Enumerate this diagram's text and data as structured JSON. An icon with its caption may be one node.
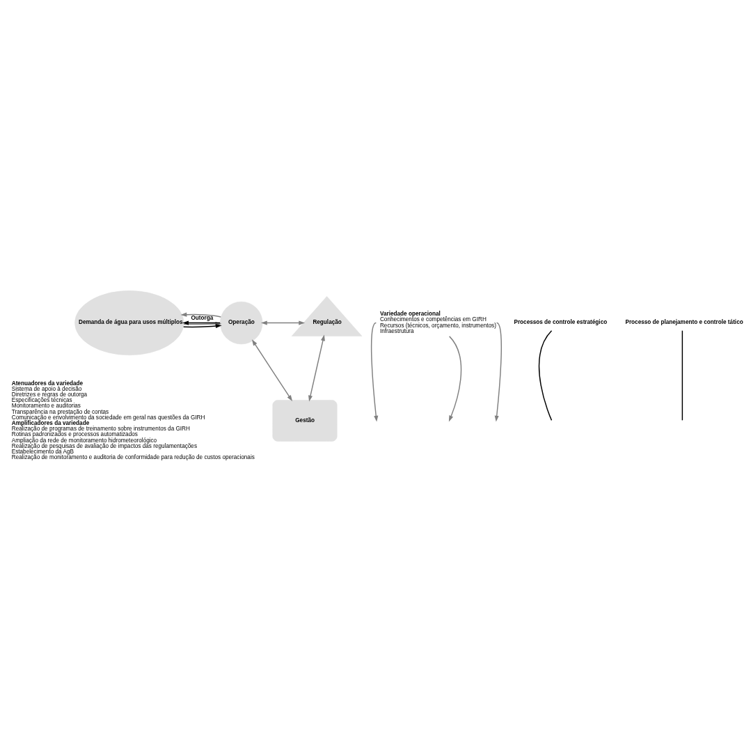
{
  "diagram": {
    "nodes": [
      {
        "text": [
          "Variedade operacional",
          "Conhecimentos e competências em GIRH",
          "Recursos (técnicos, orçamento, instrumentos)",
          "Infraestrutura"
        ]
      },
      {
        "text": [
          "Demanda de água para usos múltiplos"
        ]
      },
      {
        "text": [
          "Operação"
        ]
      },
      {
        "text": [
          "Gestão"
        ]
      },
      {
        "text": [
          "Regulação"
        ]
      },
      {
        "text": [
          "Processos de controle estratégico"
        ]
      },
      {
        "text": [
          "Processo de planejamento e controle tático"
        ]
      }
    ],
    "edges": [
      {
        "from": 1,
        "to": 2,
        "arrow": "to",
        "color": "#808080"
      },
      {
        "from": 2,
        "to": 1,
        "arrow": "to",
        "color": "#808080"
      },
      {
        "from": 2,
        "to": 3,
        "arrow": "both",
        "color": "#808080"
      },
      {
        "from": 3,
        "to": 4,
        "arrow": "both",
        "color": "#808080"
      },
      {
        "from": 2,
        "to": 4,
        "arrow": "both",
        "color": "#808080"
      },
      {
        "from": 2,
        "to": 1,
        "arrow": "to",
        "label": "Outorga",
        "color": "#000000"
      },
      {
        "from": 1,
        "to": 2,
        "arrow": "to",
        "color": "#000000"
      },
      {
        "from": 0,
        "to": null,
        "arrow": "to",
        "color": "#808080"
      },
      {
        "from": 0,
        "to": null,
        "arrow": "to",
        "color": "#808080"
      },
      {
        "from": 0,
        "to": null,
        "arrow": "to",
        "color": "#808080"
      },
      {
        "from": 5,
        "to": null,
        "arrow": "none",
        "color": "#000000"
      },
      {
        "from": 6,
        "to": null,
        "arrow": "none",
        "color": "#000000"
      }
    ],
    "labels": [
      "Atenuadores da variedade",
      "Sistema de apoio à decisão",
      "Diretrizes e regras de outorga",
      "Especificações técnicas",
      "Monitoramento e auditorias",
      "Transparência na prestação de contas",
      "Comunicação e envolvimento da sociedade em geral nas questões da GIRH",
      "Amplificadores da variedade",
      "Realização de programas de treinamento sobre instrumentos da GIRH",
      "Rotinas padronizados e processos automatizados",
      "Ampliação da rede de monitoramento hidrometeorológico",
      "Realização de pesquisas de avaliação de impactos das regulamentações",
      "Estabelecimento da AgB",
      "Realização de monitoramento e auditoria de conformidade para redução de custos operacionais"
    ]
  }
}
